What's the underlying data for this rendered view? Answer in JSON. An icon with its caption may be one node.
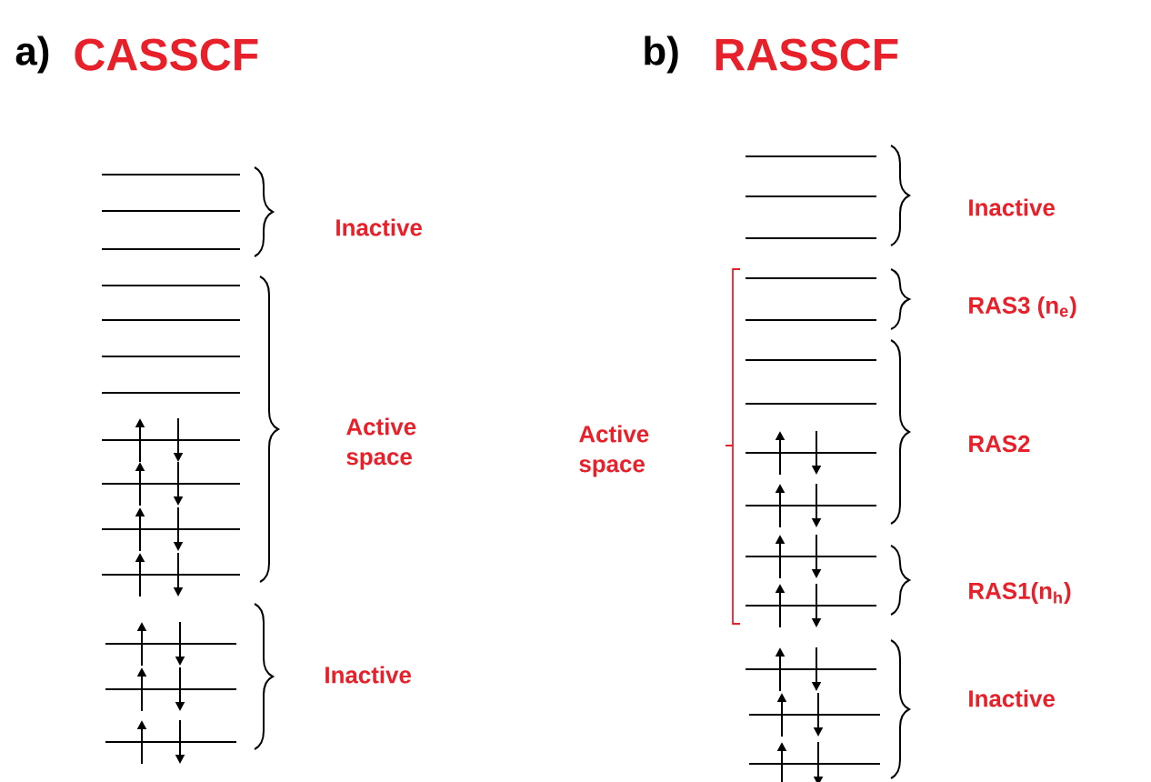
{
  "diagram": {
    "labels": [
      "a)",
      "CASSCF",
      "Inactive",
      "Active space",
      "Inactive",
      "b)",
      "RASSCF",
      "Inactive",
      "RAS3 (n$_{e}$)",
      "Active space",
      "RAS2",
      "RAS1(n$_{h}$)",
      "Inactive"
    ]
  }
}
